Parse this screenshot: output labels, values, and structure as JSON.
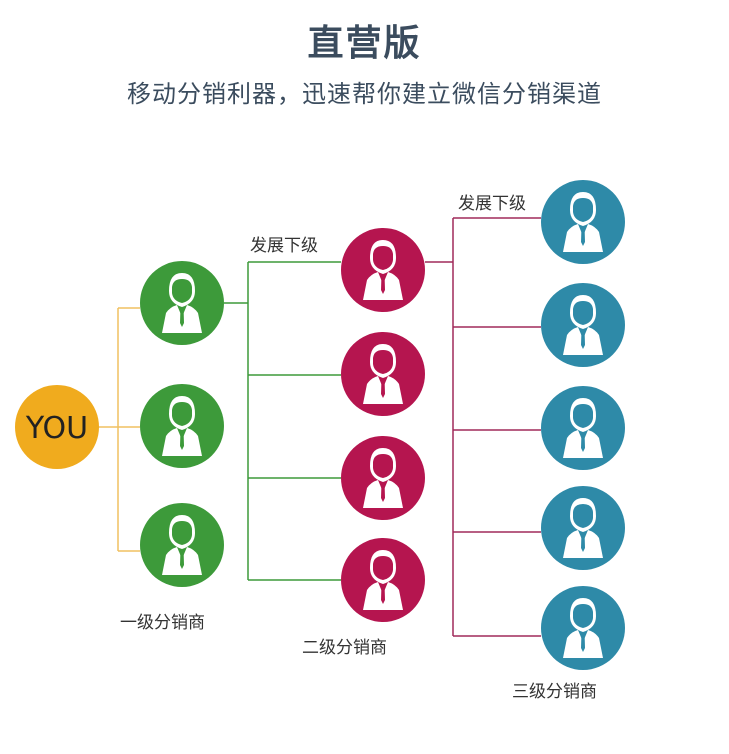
{
  "title": "直营版",
  "subtitle": "移动分销利器，迅速帮你建立微信分销渠道",
  "you_label": "YOU",
  "branch_labels": [
    "发展下级",
    "发展下级"
  ],
  "level_labels": [
    "一级分销商",
    "二级分销商",
    "三级分销商"
  ],
  "colors": {
    "you": "#f0ab1e",
    "level1": "#3d9a3a",
    "level2": "#b5154f",
    "level3": "#2e8aa8",
    "link1": "#f0c060",
    "link2": "#3d9a3a",
    "link3": "#a02a5a"
  },
  "counts": {
    "level1": 3,
    "level2": 4,
    "level3": 5
  }
}
